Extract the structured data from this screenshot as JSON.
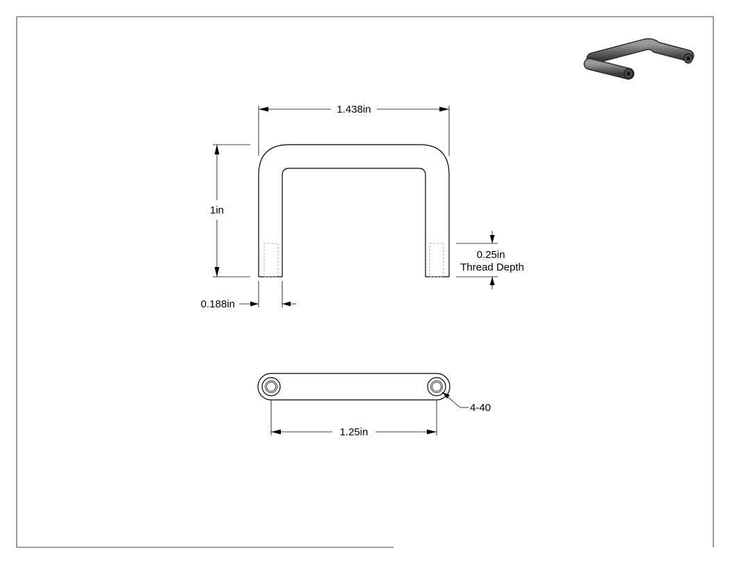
{
  "drawing": {
    "front_view": {
      "width_label": "1.438in",
      "height_label": "1in",
      "wall_label": "0.188in",
      "thread_depth_value": "0.25in",
      "thread_depth_caption": "Thread Depth"
    },
    "bottom_view": {
      "spacing_label": "1.25in",
      "thread_label": "4-40"
    },
    "iso_view": {
      "icon": "u-handle-3d-icon"
    }
  }
}
